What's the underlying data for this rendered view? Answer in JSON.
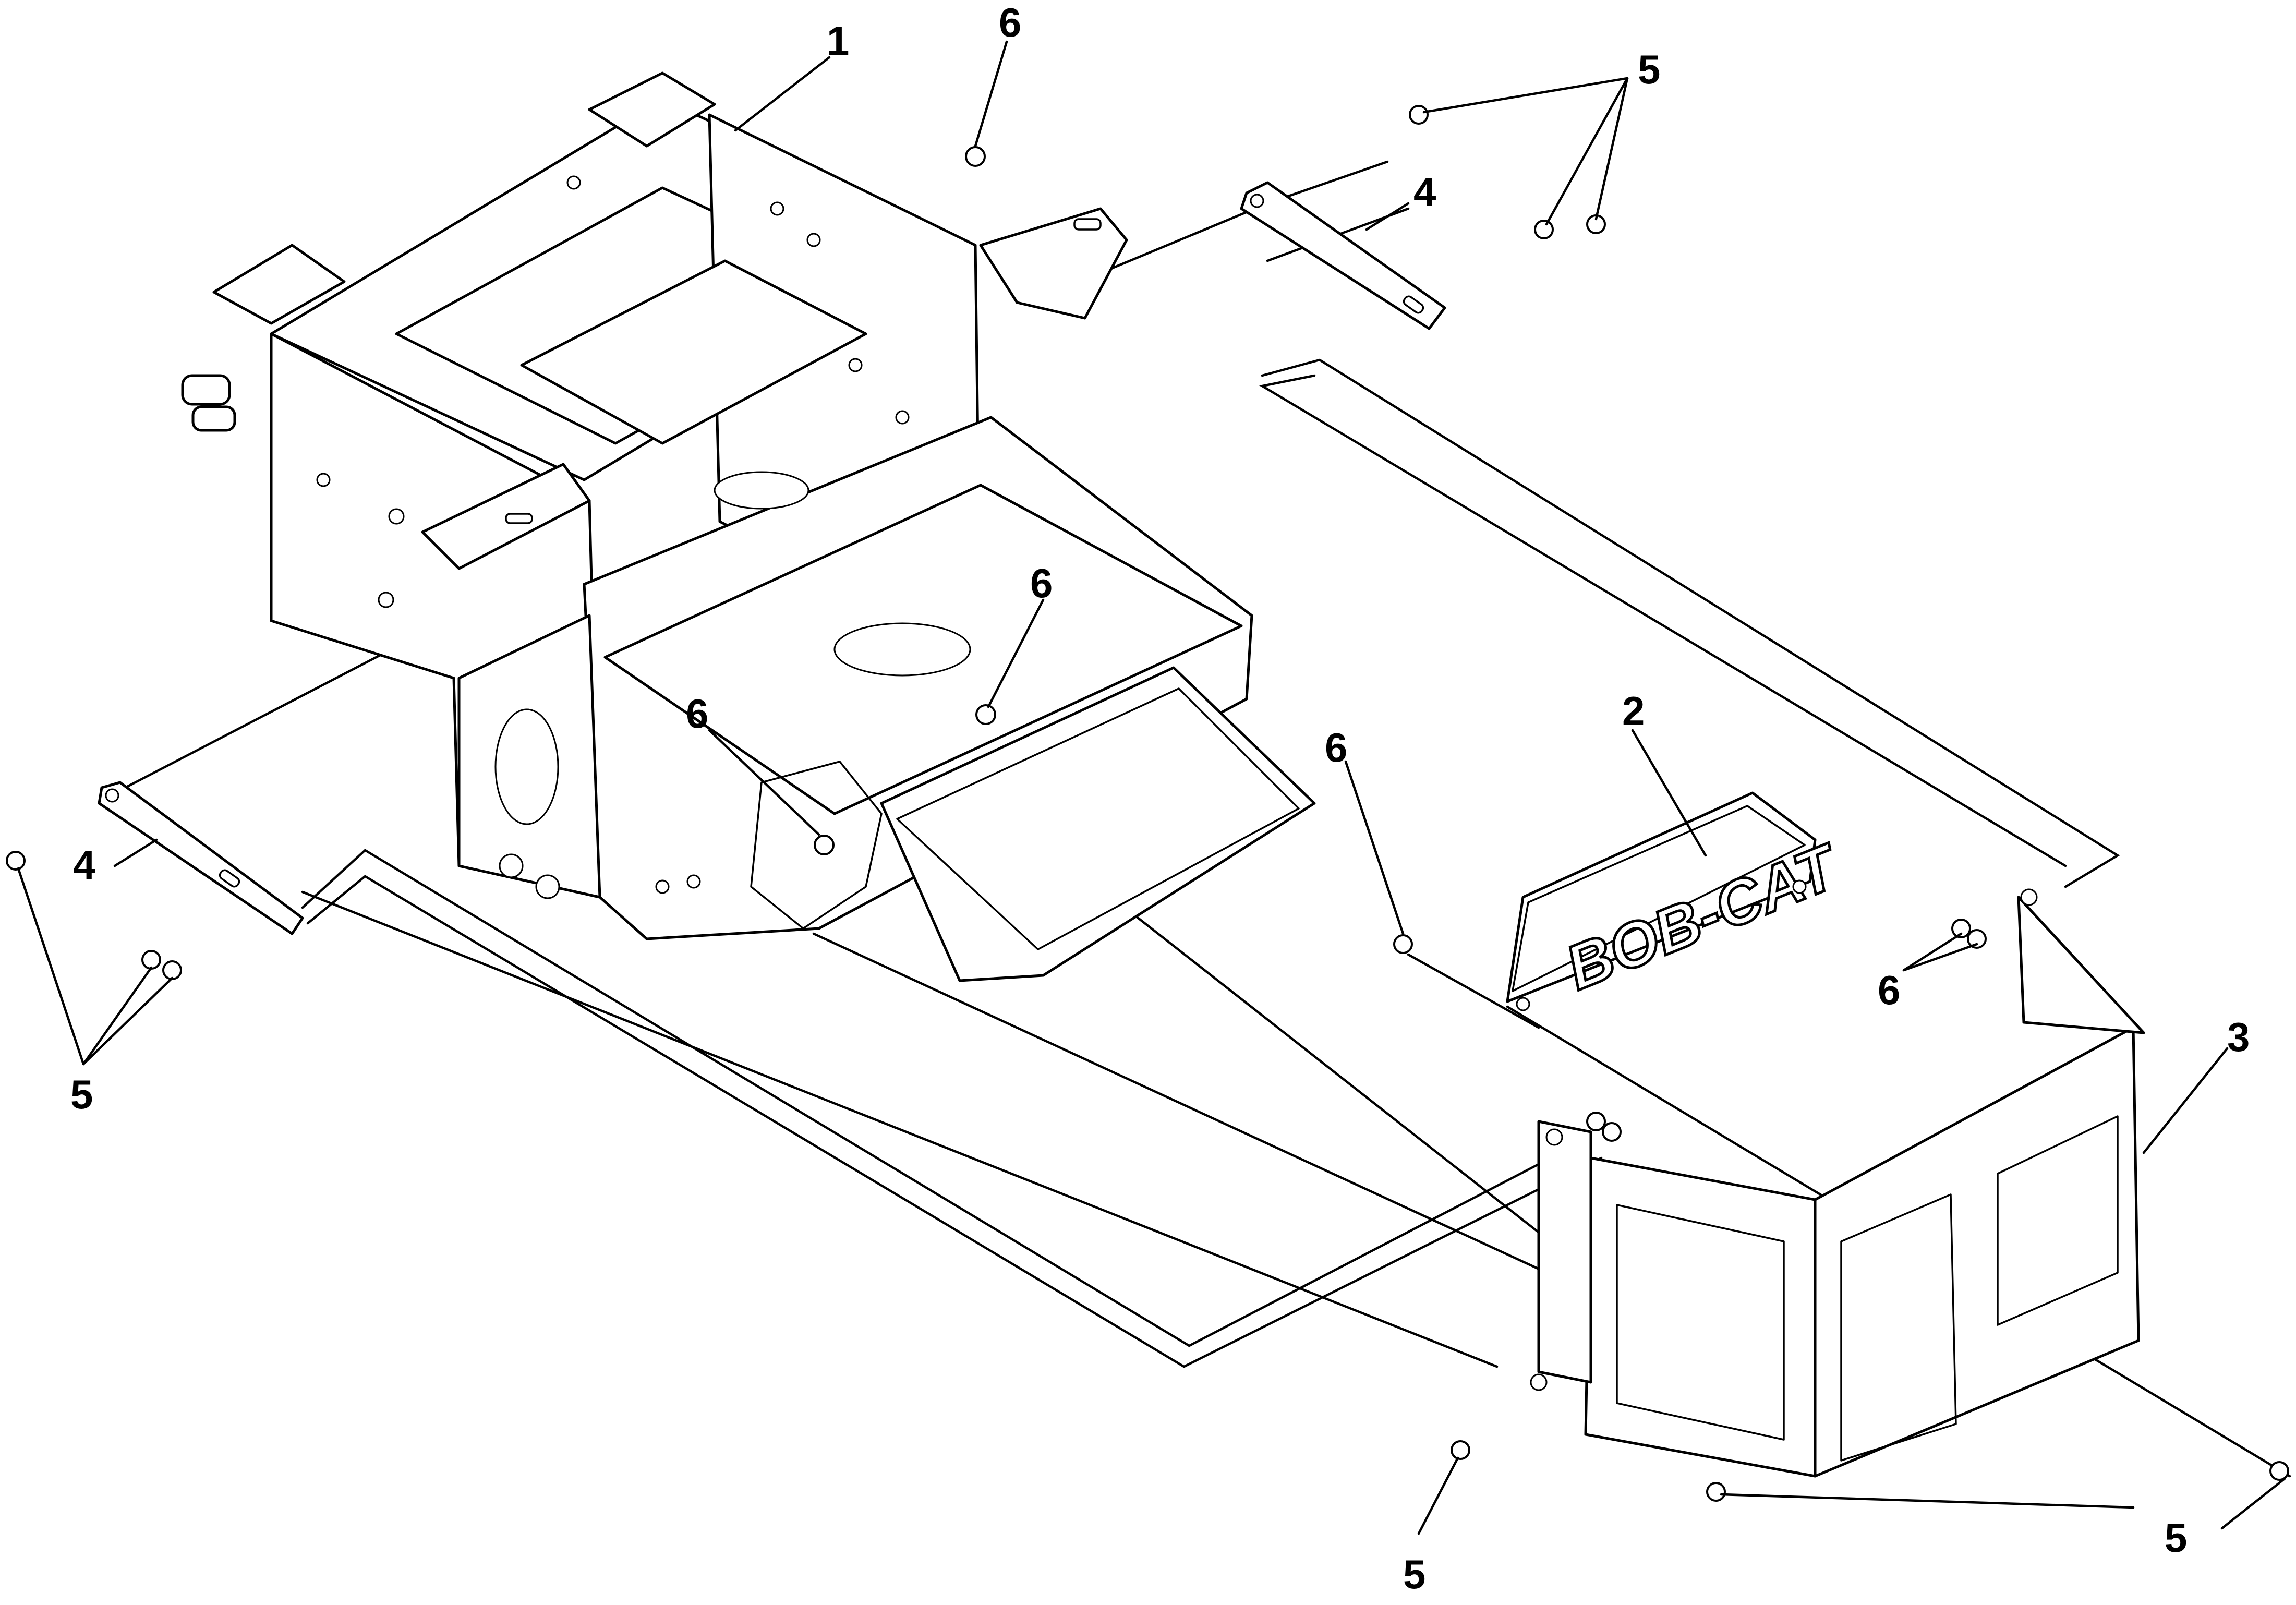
{
  "diagram": {
    "style": "exploded parts view, black line art on white",
    "logo_text": "BOB-CAT",
    "callouts": [
      {
        "id": "c1",
        "label": "1"
      },
      {
        "id": "c2",
        "label": "2"
      },
      {
        "id": "c3",
        "label": "3"
      },
      {
        "id": "c4a",
        "label": "4"
      },
      {
        "id": "c4b",
        "label": "4"
      },
      {
        "id": "c5a",
        "label": "5"
      },
      {
        "id": "c5b",
        "label": "5"
      },
      {
        "id": "c5c",
        "label": "5"
      },
      {
        "id": "c5d",
        "label": "5"
      },
      {
        "id": "c6a",
        "label": "6"
      },
      {
        "id": "c6b",
        "label": "6"
      },
      {
        "id": "c6c",
        "label": "6"
      },
      {
        "id": "c6d",
        "label": "6"
      },
      {
        "id": "c6e",
        "label": "6"
      }
    ]
  }
}
